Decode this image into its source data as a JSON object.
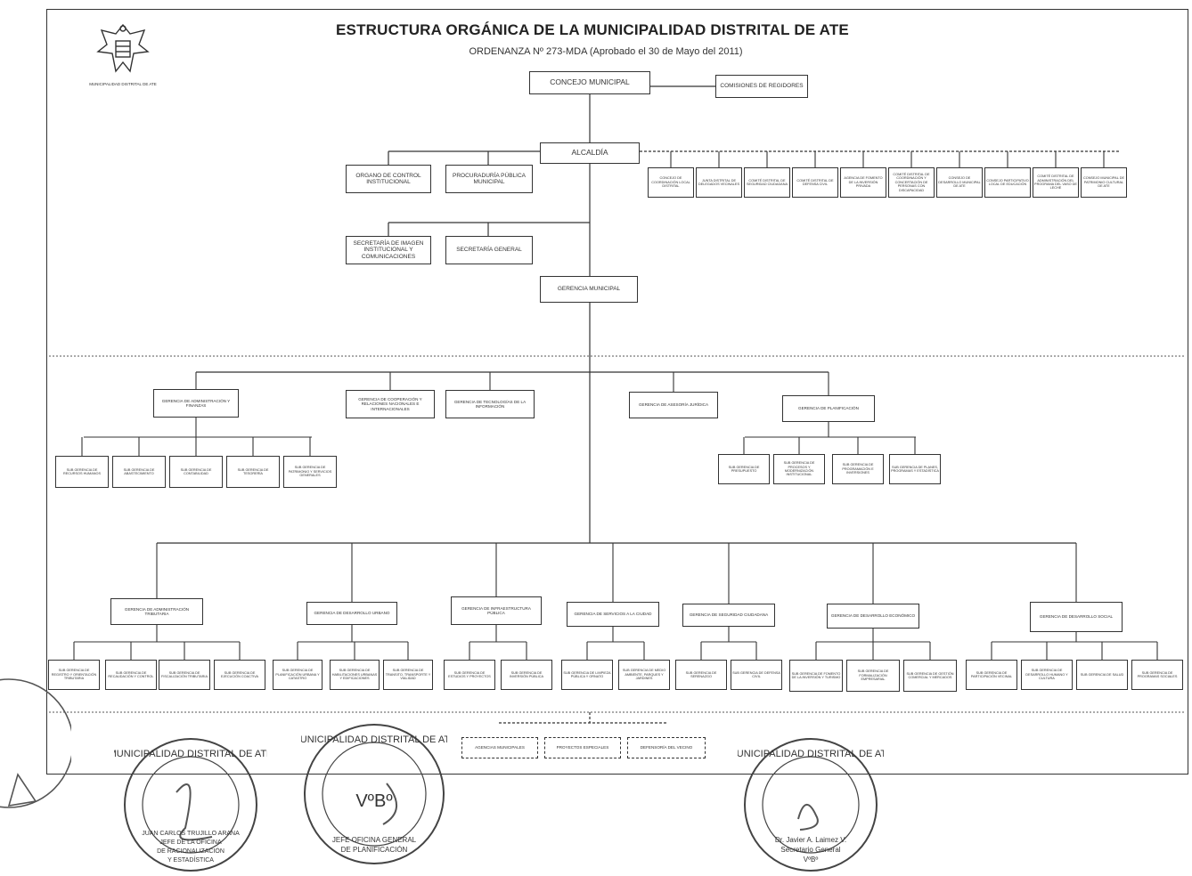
{
  "header": {
    "title": "ESTRUCTURA ORGÁNICA DE LA MUNICIPALIDAD DISTRITAL DE ATE",
    "subtitle": "ORDENANZA Nº 273-MDA (Aprobado el 30 de Mayo del 2011)",
    "logo_caption": "MUNICIPALIDAD DISTRITAL DE ATE"
  },
  "org": {
    "concejo": "CONCEJO MUNICIPAL",
    "comisiones": "COMISIONES DE REGIDORES",
    "alcaldia": "ALCALDÍA",
    "organo_control": "ORGANO DE CONTROL INSTITUCIONAL",
    "procuraduria": "PROCURADURÍA PÚBLICA MUNICIPAL",
    "consultivos": [
      "CONCEJO DE COORDINACIÓN LOCAL DISTRITAL",
      "JUNTA DISTRITAL DE DELEGADOS VECINALES",
      "COMITÉ DISTRITAL DE SEGURIDAD CIUDADANA",
      "COMITÉ DISTRITAL DE DEFENSA CIVIL",
      "AGENCIA DE FOMENTO DE LA INVERSIÓN PRIVADA",
      "COMITÉ DISTRITAL DE COORDINACIÓN Y CONCERTACIÓN DE PERSONAS CON DISCAPACIDAD",
      "CONSEJO DE DESARROLLO MUNICIPAL DE ATE",
      "CONSEJO PARTICIPATIVO LOCAL DE EDUCACIÓN",
      "COMITÉ DISTRITAL DE ADMINISTRACIÓN DEL PROGRAMA DEL VASO DE LECHE",
      "CONSEJO MUNICIPAL DE PATRIMONIO CULTURAL DE ATE"
    ],
    "secretaria_imagen": "SECRETARÍA DE IMAGEN INSTITUCIONAL Y COMUNICACIONES",
    "secretaria_general": "SECRETARÍA GENERAL",
    "gerencia_municipal": "GERENCIA MUNICIPAL",
    "apoyo": [
      {
        "name": "GERENCIA DE ADMINISTRACIÓN Y FINANZAS",
        "subs": [
          "SUB GERENCIA DE RECURSOS HUMANOS",
          "SUB GERENCIA DE ABASTECIMIENTO",
          "SUB GERENCIA DE CONTABILIDAD",
          "SUB GERENCIA DE TESORERÍA",
          "SUB GERENCIA DE PATRIMONIO Y SERVICIOS GENERALES"
        ]
      },
      {
        "name": "GERENCIA DE COOPERACIÓN Y RELACIONES NACIONALES E INTERNACIONALES",
        "subs": []
      },
      {
        "name": "GERENCIA DE TECNOLOGÍAS DE LA INFORMACIÓN",
        "subs": []
      },
      {
        "name": "GERENCIA DE ASESORÍA JURÍDICA",
        "subs": []
      },
      {
        "name": "GERENCIA DE PLANIFICACIÓN",
        "subs": [
          "SUB GERENCIA DE PRESUPUESTO",
          "SUB GERENCIA DE PROCESOS Y MODERNIZACIÓN INSTITUCIONAL",
          "SUB GERENCIA DE PROGRAMACIÓN E INVERSIONES",
          "SUB GERENCIA DE PLANES, PROGRAMAS Y ESTADÍSTICA"
        ]
      }
    ],
    "linea": [
      {
        "name": "GERENCIA DE ADMINISTRACIÓN TRIBUTARIA",
        "subs": [
          "SUB GERENCIA DE REGISTRO Y ORIENTACIÓN TRIBUTARIA",
          "SUB GERENCIA DE RECAUDACIÓN Y CONTROL",
          "SUB GERENCIA DE FISCALIZACIÓN TRIBUTARIA",
          "SUB GERENCIA DE EJECUCIÓN COACTIVA"
        ]
      },
      {
        "name": "GERENCIA DE DESARROLLO URBANO",
        "subs": [
          "SUB GERENCIA DE PLANIFICACIÓN URBANA Y CATASTRO",
          "SUB GERENCIA DE HABILITACIONES URBANAS Y EDIFICACIONES",
          "SUB GERENCIA DE TRANSITO, TRANSPORTE Y VIALIDAD"
        ]
      },
      {
        "name": "GERENCIA DE INFRAESTRUCTURA PÚBLICA",
        "subs": [
          "SUB GERENCIA DE ESTUDIOS Y PROYECTOS",
          "SUB GERENCIA DE INVERSIÓN PÚBLICA"
        ]
      },
      {
        "name": "GERENCIA DE SERVICIOS A LA CIUDAD",
        "subs": [
          "SUB GERENCIA DE LIMPIEZA PÚBLICA Y ORNATO",
          "SUB GERENCIA DE MEDIO AMBIENTE, PARQUES Y JARDINES"
        ]
      },
      {
        "name": "GERENCIA DE SEGURIDAD CIUDADANA",
        "subs": [
          "SUB GERENCIA DE SERENAZGO",
          "SUB GERENCIA DE DEFENSA CIVIL"
        ]
      },
      {
        "name": "GERENCIA DE DESARROLLO ECONÓMICO",
        "subs": [
          "SUB GERENCIA DE FOMENTO DE LA INVERSIÓN Y TURISMO",
          "SUB GERENCIA DE FORMALIZACIÓN EMPRESARIAL",
          "SUB GERENCIA DE GESTIÓN COMERCIAL Y MERCADOS"
        ]
      },
      {
        "name": "GERENCIA DE DESARROLLO SOCIAL",
        "subs": [
          "SUB GERENCIA DE PARTICIPACIÓN VECINAL",
          "SUB GERENCIA DE DESARROLLO HUMANO Y CULTURA",
          "SUB GERENCIA DE SALUD",
          "SUB GERENCIA DE PROGRAMAS SOCIALES"
        ]
      }
    ],
    "desconcentrados": [
      "AGENCIAS MUNICIPALES",
      "PROYECTOS ESPECIALES",
      "DEFENSORÍA DEL VECINO"
    ]
  },
  "stamps": [
    {
      "ring": "MUNICIPALIDAD DISTRITAL DE ATE",
      "lines": [
        "JUAN CARLOS TRUJILLO ARANA",
        "JEFE DE LA OFICINA",
        "DE RACIONALIZACIÓN",
        "Y ESTADÍSTICA"
      ]
    },
    {
      "ring": "MUNICIPALIDAD DISTRITAL DE ATE",
      "lines": [
        "VºBº",
        "JEFE OFICINA GENERAL",
        "DE PLANIFICACIÓN"
      ]
    },
    {
      "ring": "MUNICIPALIDAD DISTRITAL DE ATE",
      "lines": [
        "Dr. Javier A. Laimez V.",
        "Secretario General",
        "VºBº"
      ]
    }
  ]
}
